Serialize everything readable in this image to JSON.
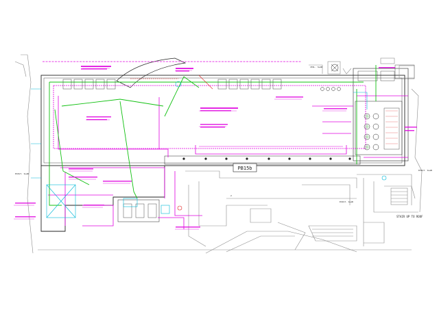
{
  "colors": {
    "background": "#ffffff",
    "linework": "#222222",
    "grey": "#8a8a8a",
    "magenta": "#e000e0",
    "green": "#10c010",
    "cyan": "#00b8d8",
    "red": "#e02020",
    "blue": "#1030c0"
  },
  "labels": {
    "pb": "PB15b",
    "ref_left": "EXIST. SLAB",
    "ref_right": "EXIST. SLAB",
    "ref_top": "CEIL. SLAB",
    "ref_bottom_right": "EXIST. SLAB",
    "stair": "STAIR UP TO ROOF",
    "marker": "2"
  }
}
